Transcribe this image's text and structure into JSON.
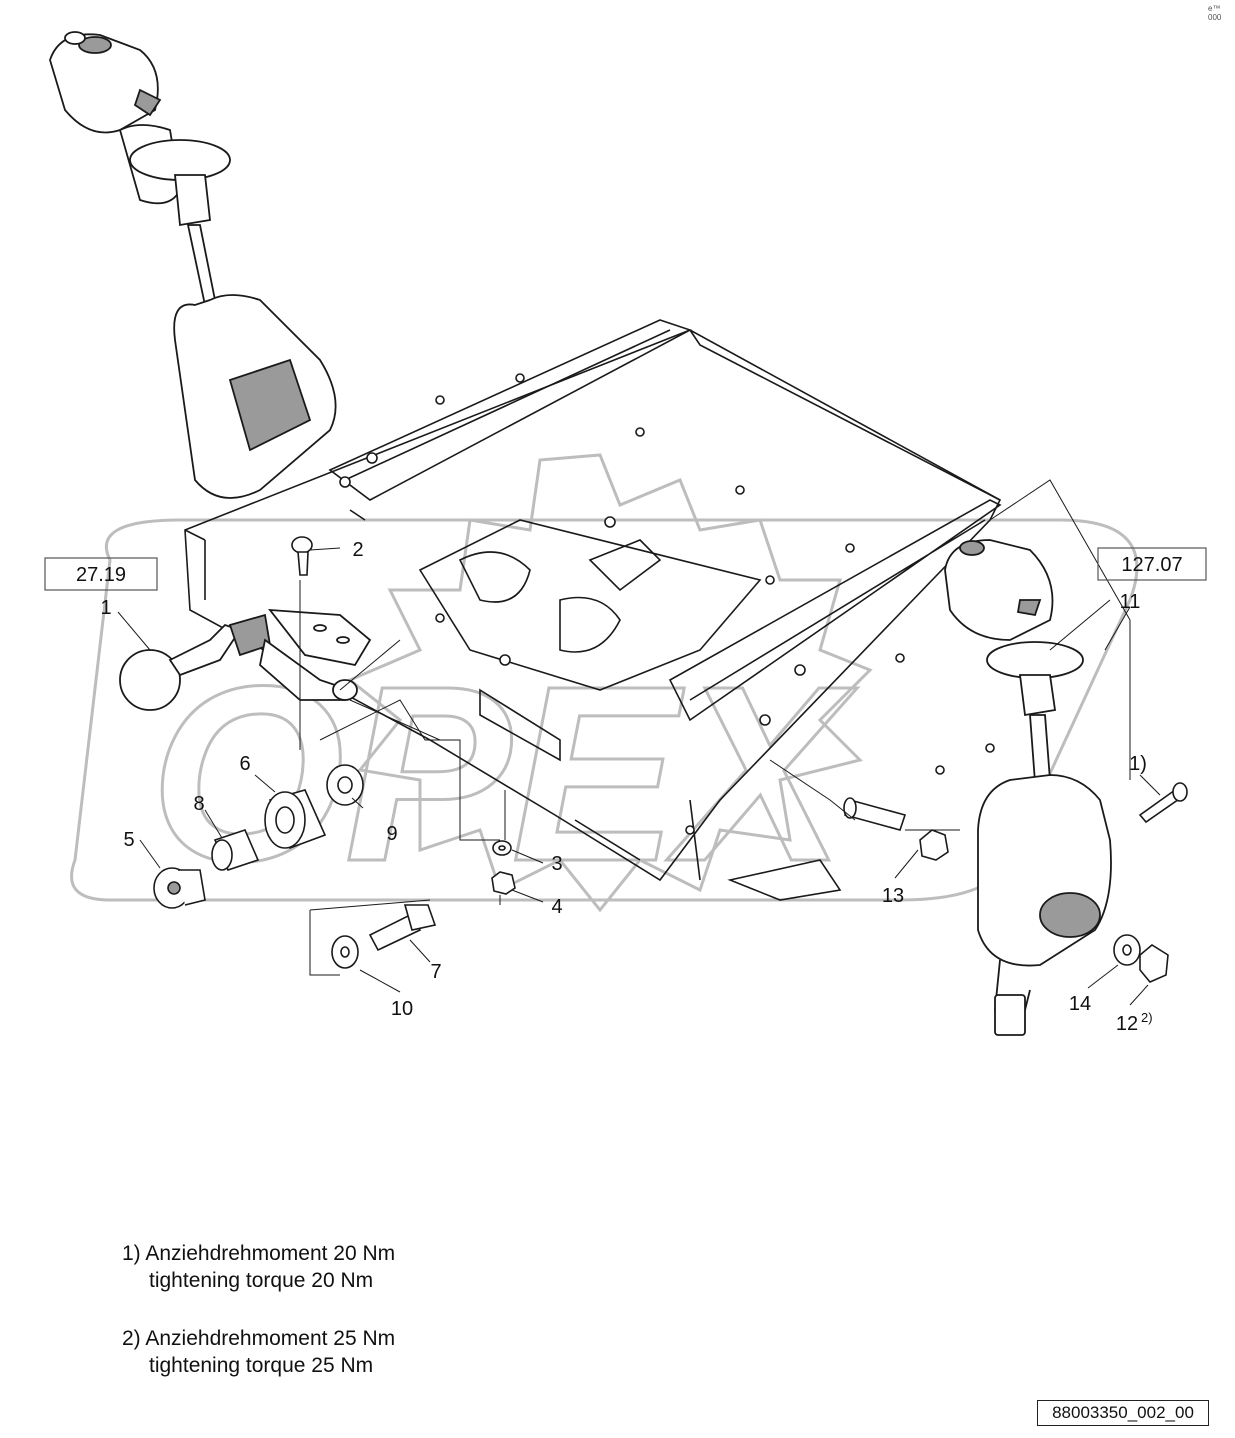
{
  "reference_boxes": {
    "left": "27.19",
    "right": "127.07"
  },
  "callouts": {
    "c1": "1",
    "c2": "2",
    "c3": "3",
    "c4": "4",
    "c5": "5",
    "c6": "6",
    "c7": "7",
    "c8": "8",
    "c9": "9",
    "c10": "10",
    "c11": "11",
    "c12": "12",
    "c12_sup": "2)",
    "c13": "13",
    "c14": "14",
    "c_note1": "1)"
  },
  "watermark": "OPEX",
  "notes": [
    {
      "marker": "1)",
      "line1": "Anziehdrehmoment 20 Nm",
      "line2": "tightening torque 20 Nm"
    },
    {
      "marker": "2)",
      "line1": "Anziehdrehmoment 25 Nm",
      "line2": "tightening torque 25 Nm"
    }
  ],
  "drawing_id": "88003350_002_00",
  "corner_mark": "e™ 000",
  "colors": {
    "line": "#1a1a1a",
    "shade": "#9a9a9a",
    "watermark": "#bdbdbd",
    "background": "#ffffff"
  }
}
